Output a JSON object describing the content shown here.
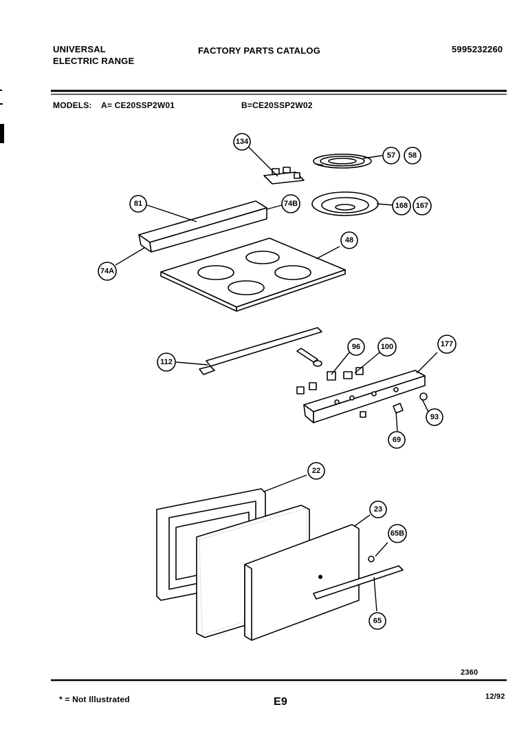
{
  "header": {
    "brand_line1": "UNIVERSAL",
    "brand_line2": "ELECTRIC RANGE",
    "title": "FACTORY PARTS CATALOG",
    "catalog_number": "5995232260"
  },
  "models": {
    "label": "MODELS:",
    "model_a": "A= CE20SSP2W01",
    "model_b": "B=CE20SSP2W02"
  },
  "callouts": [
    "134",
    "57",
    "58",
    "81",
    "74B",
    "168",
    "167",
    "74A",
    "48",
    "112",
    "96",
    "100",
    "177",
    "93",
    "69",
    "22",
    "23",
    "65B",
    "65"
  ],
  "footer": {
    "diagram_number": "2360",
    "note": "* = Not Illustrated",
    "page": "E9",
    "date": "12/92"
  }
}
